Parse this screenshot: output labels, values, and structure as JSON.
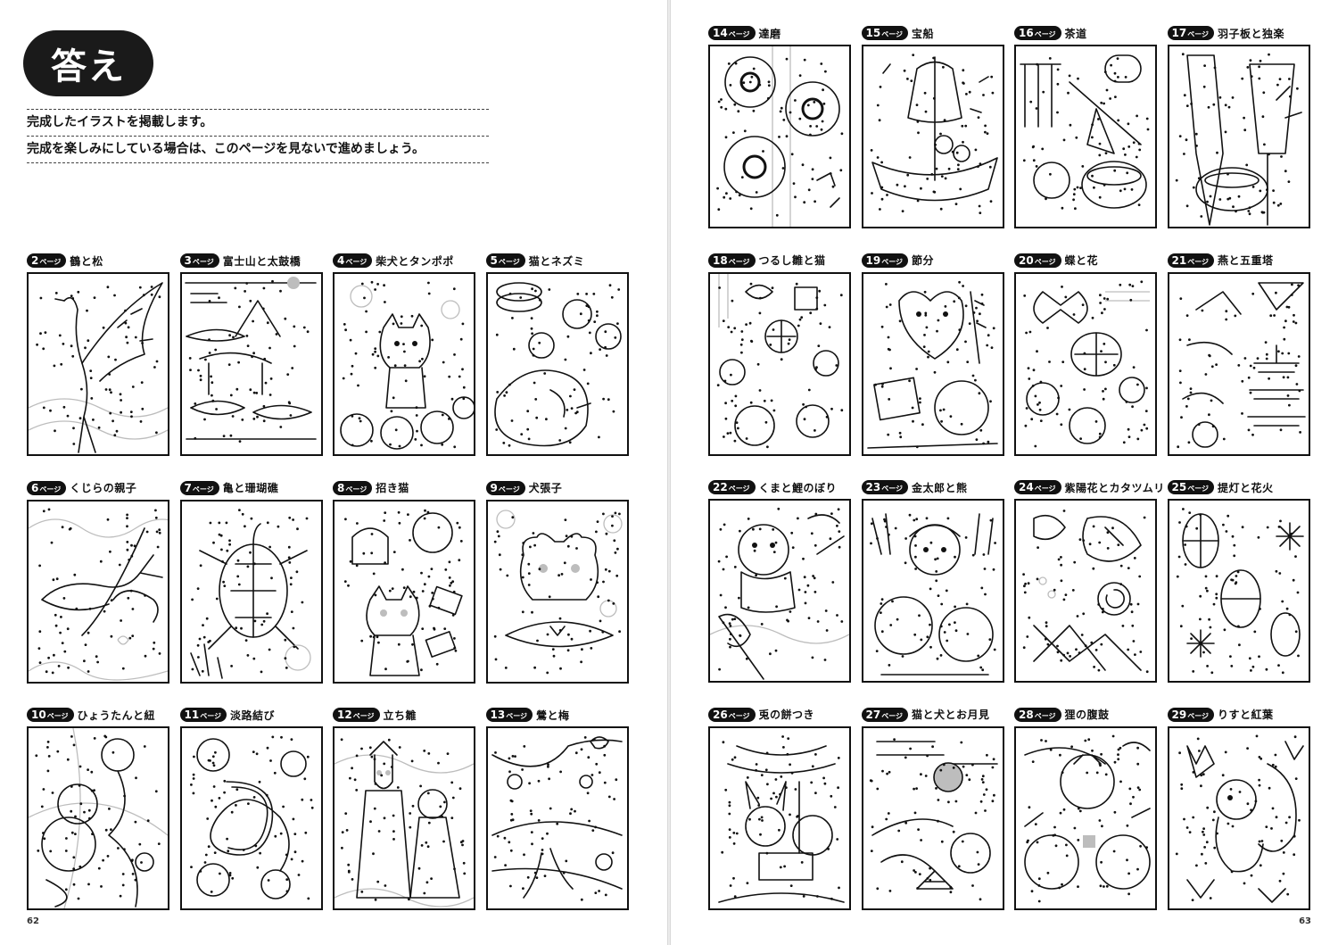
{
  "heading": "答え",
  "intro": [
    "完成したイラストを掲載します。",
    "完成を楽しみにしている場合は、このページを見ないで進めましょう。"
  ],
  "page_unit": "ページ",
  "left_cells": [
    {
      "page": "2",
      "title": "鶴と松",
      "icon": "crane"
    },
    {
      "page": "3",
      "title": "富士山と太鼓橋",
      "icon": "fuji-bridge"
    },
    {
      "page": "4",
      "title": "柴犬とタンポポ",
      "icon": "shiba-dandelion"
    },
    {
      "page": "5",
      "title": "猫とネズミ",
      "icon": "cat-mouse"
    },
    {
      "page": "6",
      "title": "くじらの親子",
      "icon": "whales"
    },
    {
      "page": "7",
      "title": "亀と珊瑚礁",
      "icon": "turtle-coral"
    },
    {
      "page": "8",
      "title": "招き猫",
      "icon": "maneki-neko"
    },
    {
      "page": "9",
      "title": "犬張子",
      "icon": "inuhariko"
    },
    {
      "page": "10",
      "title": "ひょうたんと紐",
      "icon": "gourd"
    },
    {
      "page": "11",
      "title": "淡路結び",
      "icon": "awaji-knot"
    },
    {
      "page": "12",
      "title": "立ち雛",
      "icon": "tachibina"
    },
    {
      "page": "13",
      "title": "鶯と梅",
      "icon": "bush-warbler"
    }
  ],
  "right_cells": [
    {
      "page": "14",
      "title": "達磨",
      "icon": "daruma"
    },
    {
      "page": "15",
      "title": "宝船",
      "icon": "treasure-ship"
    },
    {
      "page": "16",
      "title": "茶道",
      "icon": "tea-ceremony"
    },
    {
      "page": "17",
      "title": "羽子板と独楽",
      "icon": "hagoita-koma"
    },
    {
      "page": "18",
      "title": "つるし雛と猫",
      "icon": "tsurushi-bina"
    },
    {
      "page": "19",
      "title": "節分",
      "icon": "setsubun"
    },
    {
      "page": "20",
      "title": "蝶と花",
      "icon": "butterfly"
    },
    {
      "page": "21",
      "title": "燕と五重塔",
      "icon": "pagoda"
    },
    {
      "page": "22",
      "title": "くまと鯉のぼり",
      "icon": "koinobori"
    },
    {
      "page": "23",
      "title": "金太郎と熊",
      "icon": "kintaro"
    },
    {
      "page": "24",
      "title": "紫陽花とカタツムリ",
      "icon": "hydrangea-snail"
    },
    {
      "page": "25",
      "title": "提灯と花火",
      "icon": "lantern-fireworks"
    },
    {
      "page": "26",
      "title": "兎の餅つき",
      "icon": "rabbit-mochi"
    },
    {
      "page": "27",
      "title": "猫と犬とお月見",
      "icon": "moon-viewing"
    },
    {
      "page": "28",
      "title": "狸の腹鼓",
      "icon": "tanuki"
    },
    {
      "page": "29",
      "title": "りすと紅葉",
      "icon": "squirrel-maple"
    }
  ],
  "page_numbers": {
    "left": "62",
    "right": "63"
  }
}
